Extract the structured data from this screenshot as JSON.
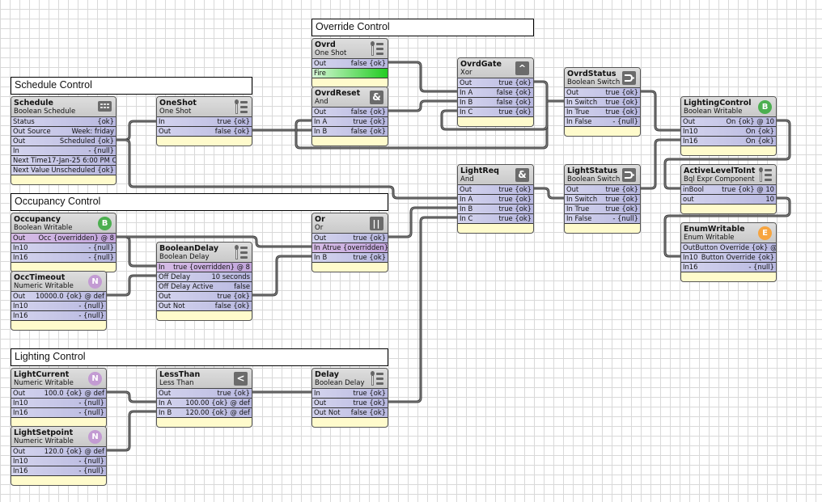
{
  "labels": {
    "override_control": "Override Control",
    "schedule_control": "Schedule Control",
    "occupancy_control": "Occupancy Control",
    "lighting_control": "Lighting Control"
  },
  "icons": {
    "one_shot": "tool-icon",
    "boolean_delay": "tool-icon",
    "bql_expr": "tool-icon",
    "and": "&",
    "xor": "^",
    "or": "||",
    "less_than": "<",
    "boolean_switch": "switch-icon",
    "boolean_writable": "B",
    "numeric_writable": "N",
    "enum_writable": "E",
    "schedule": "calendar-icon"
  },
  "colors": {
    "boolean_writable_badge": "#4caf50",
    "numeric_writable_badge": "#c39bd3",
    "enum_writable_badge": "#f7a540",
    "fire_slot": "#22cc22",
    "overridden_slot": "#c8aee0",
    "slot": "#c4c4e6",
    "footer": "#fffbcc"
  },
  "nodes": {
    "schedule": {
      "name": "Schedule",
      "type": "Boolean Schedule",
      "slots": [
        {
          "label": "Status",
          "value": "{ok}"
        },
        {
          "label": "Out Source",
          "value": "Week: friday"
        },
        {
          "label": "Out",
          "value": "Scheduled {ok}"
        },
        {
          "label": "In",
          "value": "- {null}"
        },
        {
          "label": "Next Time",
          "value": "17-Jan-25 6:00 PM C"
        },
        {
          "label": "Next Value",
          "value": "Unscheduled {ok}"
        }
      ]
    },
    "oneshot": {
      "name": "OneShot",
      "type": "One Shot",
      "slots": [
        {
          "label": "In",
          "value": "true {ok}"
        },
        {
          "label": "Out",
          "value": "false {ok}"
        }
      ]
    },
    "ovrd": {
      "name": "Ovrd",
      "type": "One Shot",
      "slots": [
        {
          "label": "Out",
          "value": "false {ok}"
        },
        {
          "label": "Fire",
          "value": ""
        }
      ]
    },
    "ovrdreset": {
      "name": "OvrdReset",
      "type": "And",
      "slots": [
        {
          "label": "Out",
          "value": "false {ok}"
        },
        {
          "label": "In A",
          "value": "true {ok}"
        },
        {
          "label": "In B",
          "value": "false {ok}"
        }
      ]
    },
    "ovrdgate": {
      "name": "OvrdGate",
      "type": "Xor",
      "slots": [
        {
          "label": "Out",
          "value": "true {ok}"
        },
        {
          "label": "In A",
          "value": "false {ok}"
        },
        {
          "label": "In B",
          "value": "false {ok}"
        },
        {
          "label": "In C",
          "value": "true {ok}"
        }
      ]
    },
    "ovrdstatus": {
      "name": "OvrdStatus",
      "type": "Boolean Switch",
      "slots": [
        {
          "label": "Out",
          "value": "true {ok}"
        },
        {
          "label": "In Switch",
          "value": "true {ok}"
        },
        {
          "label": "In True",
          "value": "true {ok}"
        },
        {
          "label": "In False",
          "value": "- {null}"
        }
      ]
    },
    "lightingcontrol": {
      "name": "LightingControl",
      "type": "Boolean Writable",
      "slots": [
        {
          "label": "Out",
          "value": "On {ok} @ 10"
        },
        {
          "label": "In10",
          "value": "On {ok}"
        },
        {
          "label": "In16",
          "value": "On {ok}"
        }
      ]
    },
    "lightreq": {
      "name": "LightReq",
      "type": "And",
      "slots": [
        {
          "label": "Out",
          "value": "true {ok}"
        },
        {
          "label": "In A",
          "value": "true {ok}"
        },
        {
          "label": "In B",
          "value": "true {ok}"
        },
        {
          "label": "In C",
          "value": "true {ok}"
        }
      ]
    },
    "lightstatus": {
      "name": "LightStatus",
      "type": "Boolean Switch",
      "slots": [
        {
          "label": "Out",
          "value": "true {ok}"
        },
        {
          "label": "In Switch",
          "value": "true {ok}"
        },
        {
          "label": "In True",
          "value": "true {ok}"
        },
        {
          "label": "In False",
          "value": "- {null}"
        }
      ]
    },
    "activeleveltoint": {
      "name": "ActiveLevelToInt",
      "type": "Bql Expr Component",
      "slots": [
        {
          "label": "inBool",
          "value": "true {ok} @ 10"
        },
        {
          "label": "out",
          "value": "10"
        }
      ]
    },
    "enumwritable": {
      "name": "EnumWritable",
      "type": "Enum Writable",
      "slots": [
        {
          "label": "Out",
          "value": "Button Override {ok} @"
        },
        {
          "label": "In10",
          "value": "Button Override {ok}"
        },
        {
          "label": "In16",
          "value": "- {null}"
        }
      ]
    },
    "occupancy": {
      "name": "Occupancy",
      "type": "Boolean Writable",
      "slots": [
        {
          "label": "Out",
          "value": "Occ {overridden} @ 8"
        },
        {
          "label": "In10",
          "value": "- {null}"
        },
        {
          "label": "In16",
          "value": "- {null}"
        }
      ]
    },
    "occtimeout": {
      "name": "OccTimeout",
      "type": "Numeric Writable",
      "slots": [
        {
          "label": "Out",
          "value": "10000.0 {ok} @ def"
        },
        {
          "label": "In10",
          "value": "- {null}"
        },
        {
          "label": "In16",
          "value": "- {null}"
        }
      ]
    },
    "booleandelay": {
      "name": "BooleanDelay",
      "type": "Boolean Delay",
      "slots": [
        {
          "label": "In",
          "value": "true {overridden} @ 8"
        },
        {
          "label": "Off Delay",
          "value": "10 seconds"
        },
        {
          "label": "Off Delay Active",
          "value": "false"
        },
        {
          "label": "Out",
          "value": "true {ok}"
        },
        {
          "label": "Out Not",
          "value": "false {ok}"
        }
      ]
    },
    "or": {
      "name": "Or",
      "type": "Or",
      "slots": [
        {
          "label": "Out",
          "value": "true {ok}"
        },
        {
          "label": "In A",
          "value": "true {overridden}"
        },
        {
          "label": "In B",
          "value": "true {ok}"
        }
      ]
    },
    "lightcurrent": {
      "name": "LightCurrent",
      "type": "Numeric Writable",
      "slots": [
        {
          "label": "Out",
          "value": "100.0 {ok} @ def"
        },
        {
          "label": "In10",
          "value": "- {null}"
        },
        {
          "label": "In16",
          "value": "- {null}"
        }
      ]
    },
    "lightsetpoint": {
      "name": "LightSetpoint",
      "type": "Numeric Writable",
      "slots": [
        {
          "label": "Out",
          "value": "120.0 {ok} @ def"
        },
        {
          "label": "In10",
          "value": "- {null}"
        },
        {
          "label": "In16",
          "value": "- {null}"
        }
      ]
    },
    "lessthan": {
      "name": "LessThan",
      "type": "Less Than",
      "slots": [
        {
          "label": "Out",
          "value": "true {ok}"
        },
        {
          "label": "In A",
          "value": "100.00 {ok} @ def"
        },
        {
          "label": "In B",
          "value": "120.00 {ok} @ def"
        }
      ]
    },
    "delay": {
      "name": "Delay",
      "type": "Boolean Delay",
      "slots": [
        {
          "label": "In",
          "value": "true {ok}"
        },
        {
          "label": "Out",
          "value": "true {ok}"
        },
        {
          "label": "Out Not",
          "value": "false {ok}"
        }
      ]
    }
  }
}
